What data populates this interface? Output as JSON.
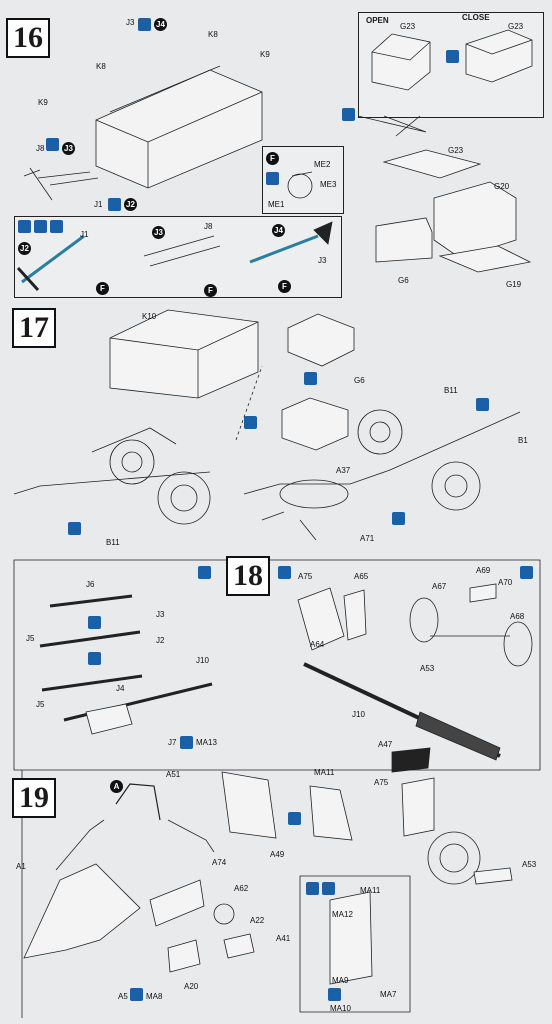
{
  "steps": {
    "s16": {
      "number": "16",
      "open_label": "OPEN",
      "close_label": "CLOSE",
      "callouts": {
        "j3": "J3",
        "j4_top": "J4",
        "k8_a": "K8",
        "k8_b": "K8",
        "k9_a": "K9",
        "k9_b": "K9",
        "j8": "J8",
        "j3_left": "J3",
        "j1": "J1",
        "j2": "J2",
        "g23_open": "G23",
        "g23_close": "G23",
        "g23_mid": "G23",
        "g20": "G20",
        "g6": "G6",
        "g19": "G19",
        "me1": "ME1",
        "me2": "ME2",
        "me3": "ME3",
        "sub_j1": "J1",
        "sub_j2": "J2",
        "sub_j3": "J3",
        "sub_j8": "J8",
        "sub_j4": "J4",
        "sub_j3b": "J3",
        "f1": "F",
        "f2": "F",
        "f3": "F",
        "f_me": "F"
      }
    },
    "s17": {
      "number": "17",
      "callouts": {
        "k10": "K10",
        "g6": "G6",
        "b11_top": "B11",
        "b1": "B1",
        "a37": "A37",
        "a71": "A71",
        "b11_bottom": "B11"
      }
    },
    "s18": {
      "number": "18",
      "callouts": {
        "j6": "J6",
        "j3": "J3",
        "j5_a": "J5",
        "j2": "J2",
        "j5_b": "J5",
        "j4": "J4",
        "j10_a": "J10",
        "j7": "J7",
        "ma13": "MA13",
        "j10_b": "J10",
        "a75": "A75",
        "a65": "A65",
        "a64": "A64",
        "a69": "A69",
        "a67": "A67",
        "a70": "A70",
        "a68": "A68",
        "a53": "A53"
      }
    },
    "s19": {
      "number": "19",
      "callouts": {
        "a_circle": "A",
        "a51": "A51",
        "a1": "A1",
        "a74": "A74",
        "a62": "A62",
        "a22": "A22",
        "a41": "A41",
        "a5": "A5",
        "ma8": "MA8",
        "a20": "A20",
        "a49": "A49",
        "ma11_a": "MA11",
        "a47": "A47",
        "a75": "A75",
        "a53": "A53",
        "ma11_b": "MA11",
        "ma12": "MA12",
        "ma9": "MA9",
        "ma10": "MA10",
        "ma7": "MA7"
      }
    }
  }
}
